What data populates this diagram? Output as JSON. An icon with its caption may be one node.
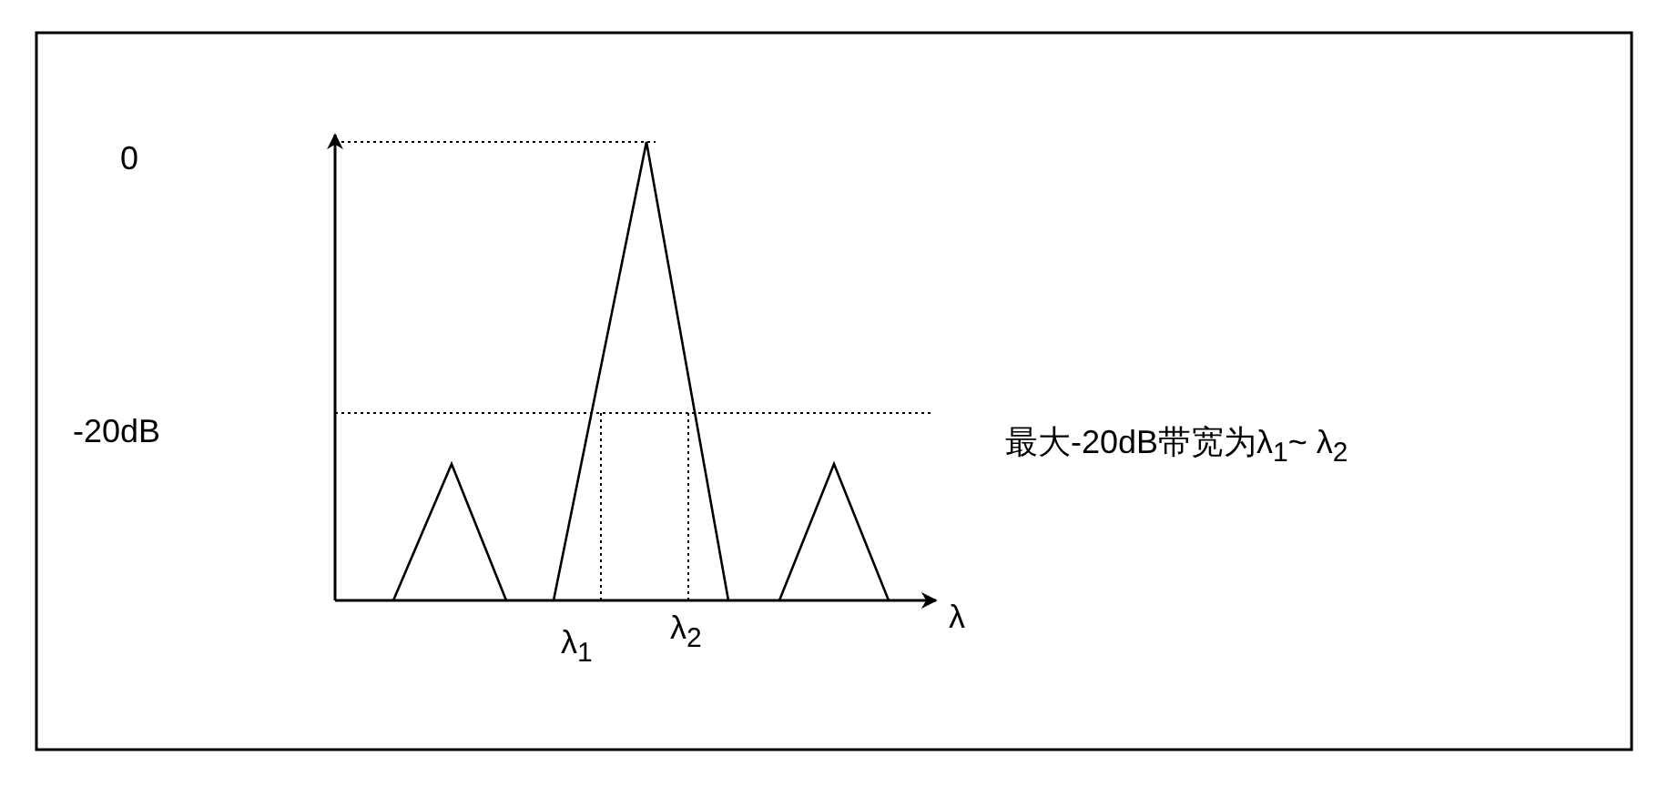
{
  "diagram": {
    "labels": [
      "0",
      "-20dB",
      "λ$_{1}$",
      "λ$_{2}$",
      "λ",
      "最大-20dB带宽为λ$_{1}$~ λ$_{2}$"
    ]
  }
}
